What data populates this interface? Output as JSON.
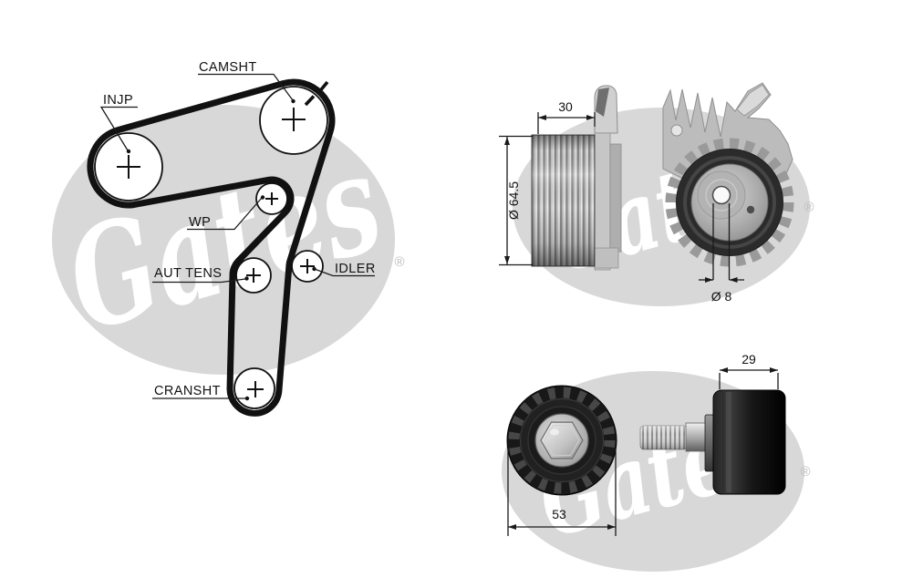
{
  "belt_diagram": {
    "pulleys": [
      {
        "id": "camshaft",
        "label": "CAMSHT"
      },
      {
        "id": "injection-pump",
        "label": "INJP"
      },
      {
        "id": "water-pump",
        "label": "WP"
      },
      {
        "id": "auto-tensioner",
        "label": "AUT TENS"
      },
      {
        "id": "idler",
        "label": "IDLER"
      },
      {
        "id": "crankshaft",
        "label": "CRANSHT"
      }
    ]
  },
  "part_views": {
    "tensioner": {
      "width_mm": "30",
      "diameter_mm": "Ø 64.5",
      "bore_mm": "Ø 8"
    },
    "idler": {
      "width_mm": "29",
      "diameter_mm": "53"
    }
  },
  "watermark": {
    "brand": "Gates",
    "registered_mark": "®",
    "ellipse_color": "#d8d8d8",
    "script_color": "#ffffff"
  },
  "colors": {
    "background": "#ffffff",
    "line_art": "#111111",
    "metal_light": "#c9c9c9",
    "part_dark": "#1a1a1a"
  }
}
